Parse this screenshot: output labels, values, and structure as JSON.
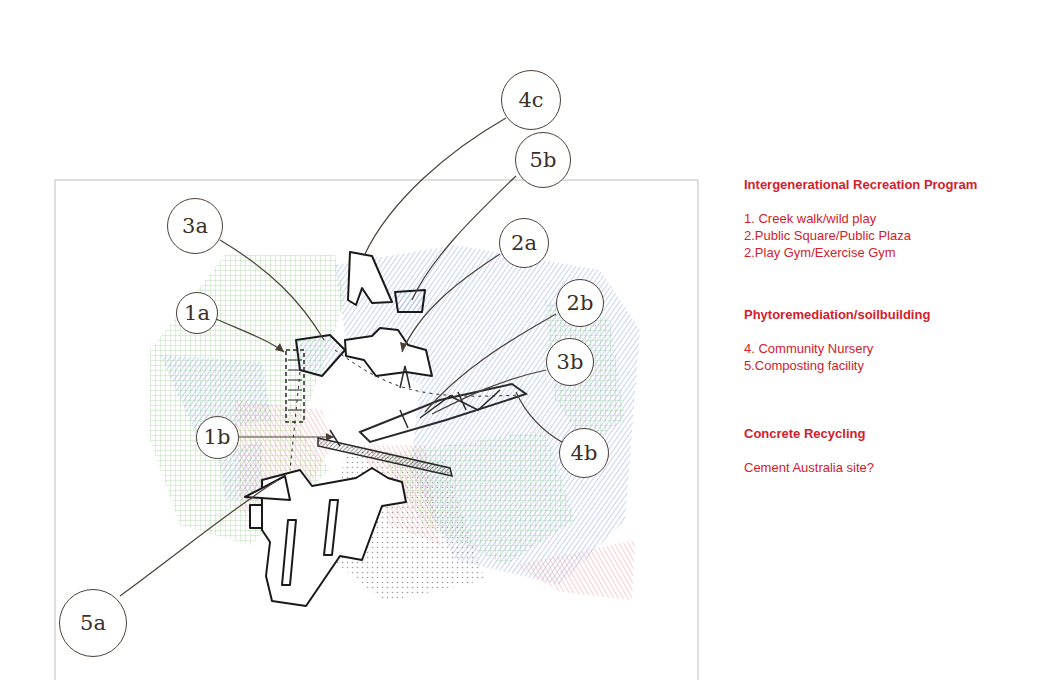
{
  "diagram": {
    "nodes": [
      {
        "text": [
          "4c"
        ]
      },
      {
        "text": [
          "5b"
        ]
      },
      {
        "text": [
          "3a"
        ]
      },
      {
        "text": [
          "2a"
        ]
      },
      {
        "text": [
          "1a"
        ]
      },
      {
        "text": [
          "2b"
        ]
      },
      {
        "text": [
          "3b"
        ]
      },
      {
        "text": [
          "1b"
        ]
      },
      {
        "text": [
          "4b"
        ]
      },
      {
        "text": [
          "5a"
        ]
      }
    ],
    "labels": [
      "Intergenerational Recreation Program",
      "1. Creek walk/wild play",
      "2.Public Square/Public Plaza",
      "2.Play Gym/Exercise Gym",
      "Phytoremediation/soilbuilding",
      "4. Community Nursery",
      "5.Composting facility",
      "Concrete Recycling",
      "Cement Australia site?"
    ]
  }
}
